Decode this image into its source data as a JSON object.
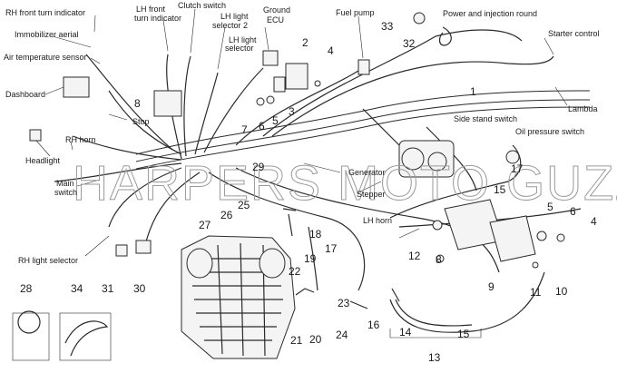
{
  "watermark": "HARPERS MOTO GUZZI©",
  "labels": {
    "rh_front_turn": "RH front turn indicator",
    "lh_front_turn_1": "LH front",
    "lh_front_turn_2": "turn indicator",
    "clutch_switch": "Clutch switch",
    "lh_light_sel2_1": "LH light",
    "lh_light_sel2_2": "selector 2",
    "ground_ecu_1": "Ground",
    "ground_ecu_2": "ECU",
    "fuel_pump": "Fuel pump",
    "power_injection": "Power and injection round",
    "starter_control": "Starter control",
    "immobilizer": "Immobilizer aerial",
    "lh_light_sel_1": "LH light",
    "lh_light_sel_2": "selector",
    "air_temp": "Air temperature sensor",
    "dashboard": "Dashboard",
    "stop": "Stop",
    "lambda": "Lambda",
    "side_stand": "Side stand switch",
    "oil_pressure": "Oil pressure switch",
    "rh_horn": "RH horn",
    "headlight": "Headlight",
    "generator": "Generator",
    "main_switch_1": "Main",
    "main_switch_2": "switch",
    "stepper": "Stepper",
    "lh_horn": "LH horn",
    "rh_light_selector": "RH light selector"
  },
  "numbers": {
    "n1": "1",
    "n2": "2",
    "n3": "3",
    "n4a": "4",
    "n4b": "4",
    "n5a": "5",
    "n5b": "5",
    "n6a": "6",
    "n6b": "6",
    "n7": "7",
    "n8a": "8",
    "n8b": "8",
    "n9": "9",
    "n10": "10",
    "n11": "11",
    "n12": "12",
    "n13": "13",
    "n14": "14",
    "n15a": "15",
    "n15b": "15",
    "n16": "16",
    "n17a": "17",
    "n17b": "17",
    "n18": "18",
    "n19": "19",
    "n20": "20",
    "n21": "21",
    "n22": "22",
    "n23": "23",
    "n24": "24",
    "n25": "25",
    "n26": "26",
    "n27": "27",
    "n28": "28",
    "n29": "29",
    "n30": "30",
    "n31": "31",
    "n32": "32",
    "n33": "33",
    "n34": "34"
  }
}
